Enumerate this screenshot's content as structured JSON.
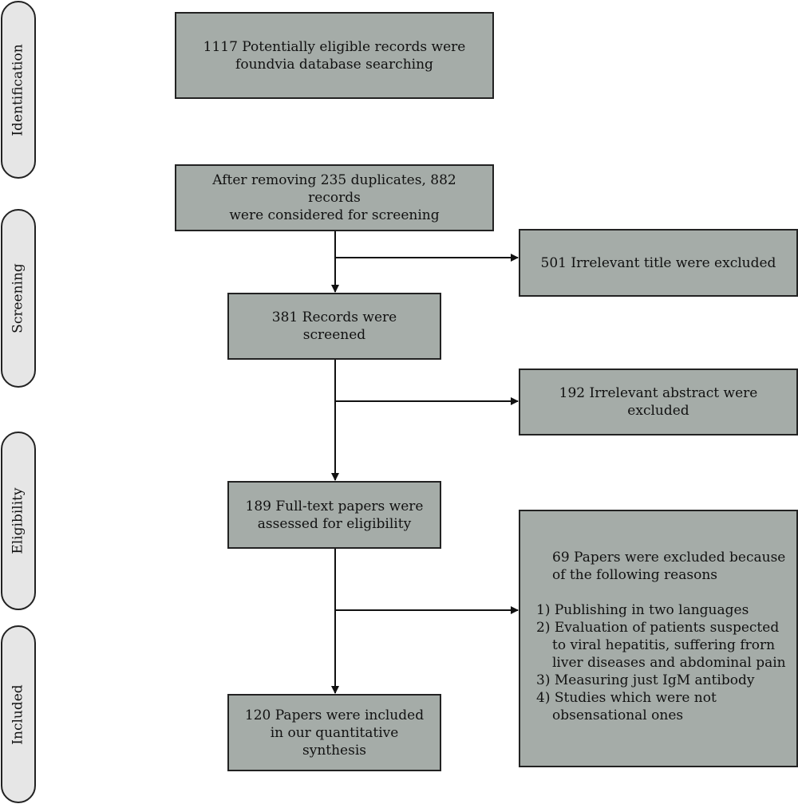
{
  "phases": {
    "identification": "Identification",
    "screening": "Screening",
    "eligibility": "Eligibility",
    "included": "Included"
  },
  "boxes": {
    "identified_line1": "1117 Potentially eligible records were",
    "identified_line2": "foundvia database searching",
    "deduplicated_line1": "After removing 235 duplicates, 882 records",
    "deduplicated_line2": "were considered for screening",
    "title_excluded": "501 Irrelevant title were excluded",
    "screened_line1": "381 Records were",
    "screened_line2": "screened",
    "abstract_excluded_line1": "192 Irrelevant abstract were",
    "abstract_excluded_line2": "excluded",
    "fulltext_line1": "189 Full-text papers were",
    "fulltext_line2": "assessed for eligibility",
    "included_line1": "120 Papers were included",
    "included_line2": "in our quantitative",
    "included_line3": "synthesis"
  },
  "fulltext_exclusion": {
    "heading_line1": "69 Papers were excluded because",
    "heading_line2": "of the following reasons",
    "reasons": [
      "1) Publishing in two languages",
      "2) Evaluation of patients suspected to viral hepatitis, suffering frorn liver diseases and abdominal pain",
      "3) Measuring just IgM antibody",
      "4) Studies which were not obsensational ones"
    ]
  }
}
